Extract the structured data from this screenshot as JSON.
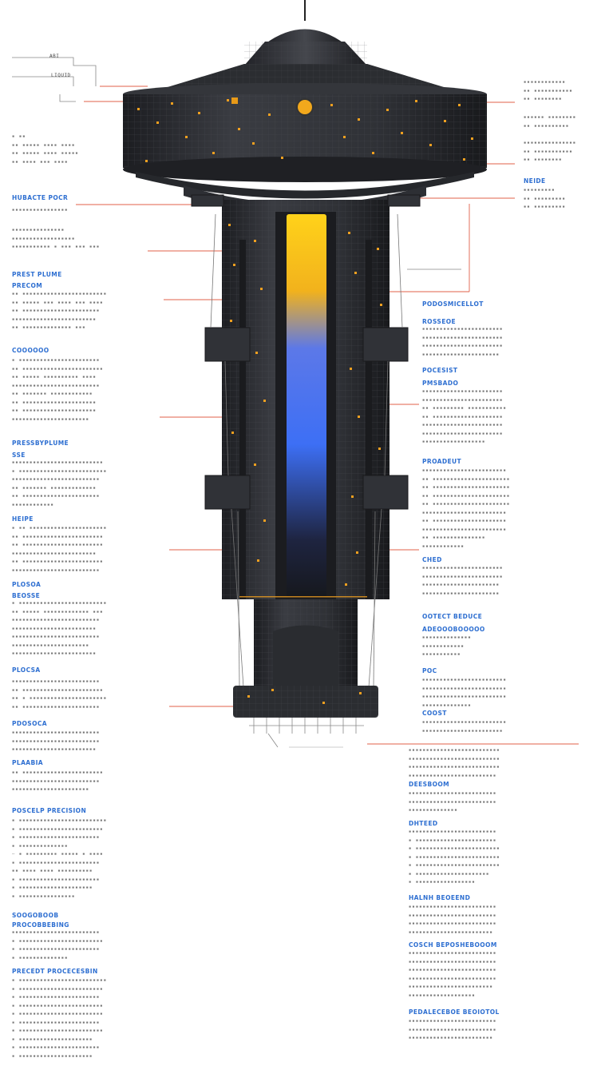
{
  "top_left_labels": [
    "ABI",
    "LIQUID"
  ],
  "left_captions": [
    "HUBACTE POCR",
    "PREST PLUME",
    "PRECOM",
    "COOOOOO",
    "PRESSBYPLUME",
    "SSE",
    "HEIPE",
    "PLOSOA",
    "BEOSSE",
    "PLOCSA",
    "PDOSOCA",
    "PLAABIA",
    "POSCELP PRECISION",
    "SOOGOBOOB",
    "PROCOBBEBING",
    "PRECEDT PROCECESBIN"
  ],
  "right_captions": [
    "NEIDE",
    "PODOSMICELLOT",
    "ROSSEOE",
    "POCESIST",
    "PMSBADO",
    "PROADEUT",
    "CHED",
    "OOTECT BEDUCE",
    "ADEOOOBOOOOO",
    "POC",
    "COOST",
    "DEESBOOM",
    "DHTEED",
    "HALNH BEOEEND",
    "COSCH BEPOSHEBOOOM",
    "PEDALECEBOE BEOIOTOL"
  ],
  "colors": {
    "caption_blue": "#2e6fd1",
    "body_dark": "#2b2d31",
    "accent_orange": "#f0a020",
    "leader_red": "#e0604a",
    "core_yellow": "#ffd21a",
    "core_blue": "#3d6ff5"
  }
}
